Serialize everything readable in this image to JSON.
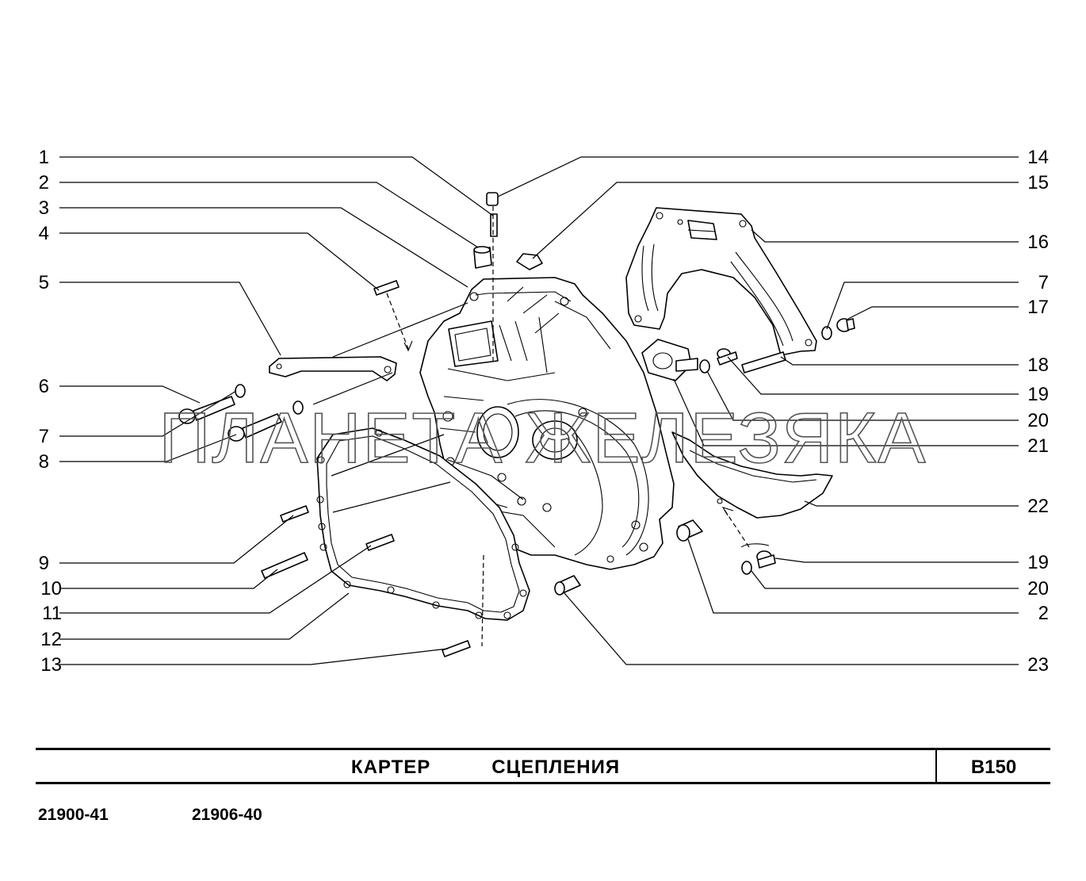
{
  "watermark": "ПЛАНЕТА ЖЕЛЕЗЯКА",
  "callouts_left": [
    "1",
    "2",
    "3",
    "4",
    "5",
    "6",
    "7",
    "8",
    "9",
    "10",
    "11",
    "12",
    "13"
  ],
  "callouts_right": [
    "14",
    "15",
    "16",
    "7",
    "17",
    "18",
    "19",
    "20",
    "21",
    "22",
    "19",
    "20",
    "2",
    "23"
  ],
  "title": "КАРТЕР   СЦЕПЛЕНИЯ",
  "code": "B150",
  "models": [
    "21900-41",
    "21906-40"
  ]
}
